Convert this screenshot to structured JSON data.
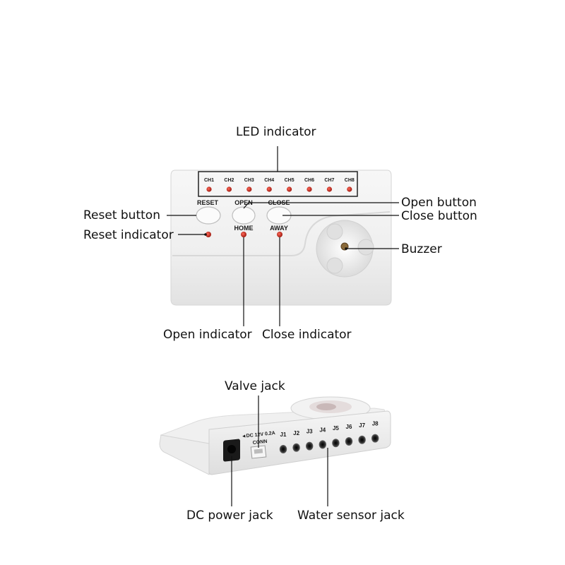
{
  "callouts": {
    "led_indicator": "LED indicator",
    "open_button": "Open button",
    "reset_button": "Reset button",
    "close_button": "Close button",
    "reset_indicator": "Reset indicator",
    "buzzer": "Buzzer",
    "open_indicator": "Open indicator",
    "close_indicator": "Close indicator",
    "valve_jack": "Valve jack",
    "dc_power_jack": "DC power jack",
    "water_sensor_jack": "Water sensor jack"
  },
  "front_panel": {
    "channels": [
      "CH1",
      "CH2",
      "CH3",
      "CH4",
      "CH5",
      "CH6",
      "CH7",
      "CH8"
    ],
    "reset_label": "RESET",
    "open_label": "OPEN",
    "close_label": "CLOSE",
    "home_label": "HOME",
    "away_label": "AWAY"
  },
  "side_panel": {
    "dc_label": "◄DC 12V 0.2A",
    "conn_label": "CONN",
    "jacks": [
      "J1",
      "J2",
      "J3",
      "J4",
      "J5",
      "J6",
      "J7",
      "J8"
    ]
  },
  "colors": {
    "led_red": "#c0281c",
    "device_body": "#f4f4f4",
    "jack_dark": "#222222"
  }
}
